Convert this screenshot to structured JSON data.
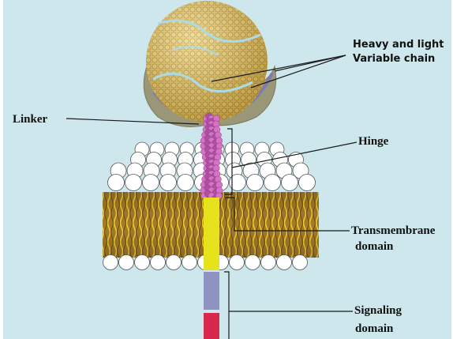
{
  "labels": {
    "heavy_light": "Heavy and light",
    "variable_chain": "Variable chain",
    "linker": "Linker",
    "hinge": "Hinge",
    "transmembrane_1": "Transmembrane",
    "transmembrane_2": "domain",
    "signaling_1": "Signaling",
    "signaling_2": "domain"
  },
  "colors": {
    "background": "#cde7ec",
    "scfv_sphere": "#d9b64a",
    "scfv_base": "#9a9678",
    "linker_hinge": "#c25fae",
    "lipid_head": "#ffffff",
    "lipid_tail": "#a57a2a",
    "transmembrane": "#e6e21c",
    "signaling_upper": "#8f93c2",
    "signaling_lower": "#d9284e"
  }
}
